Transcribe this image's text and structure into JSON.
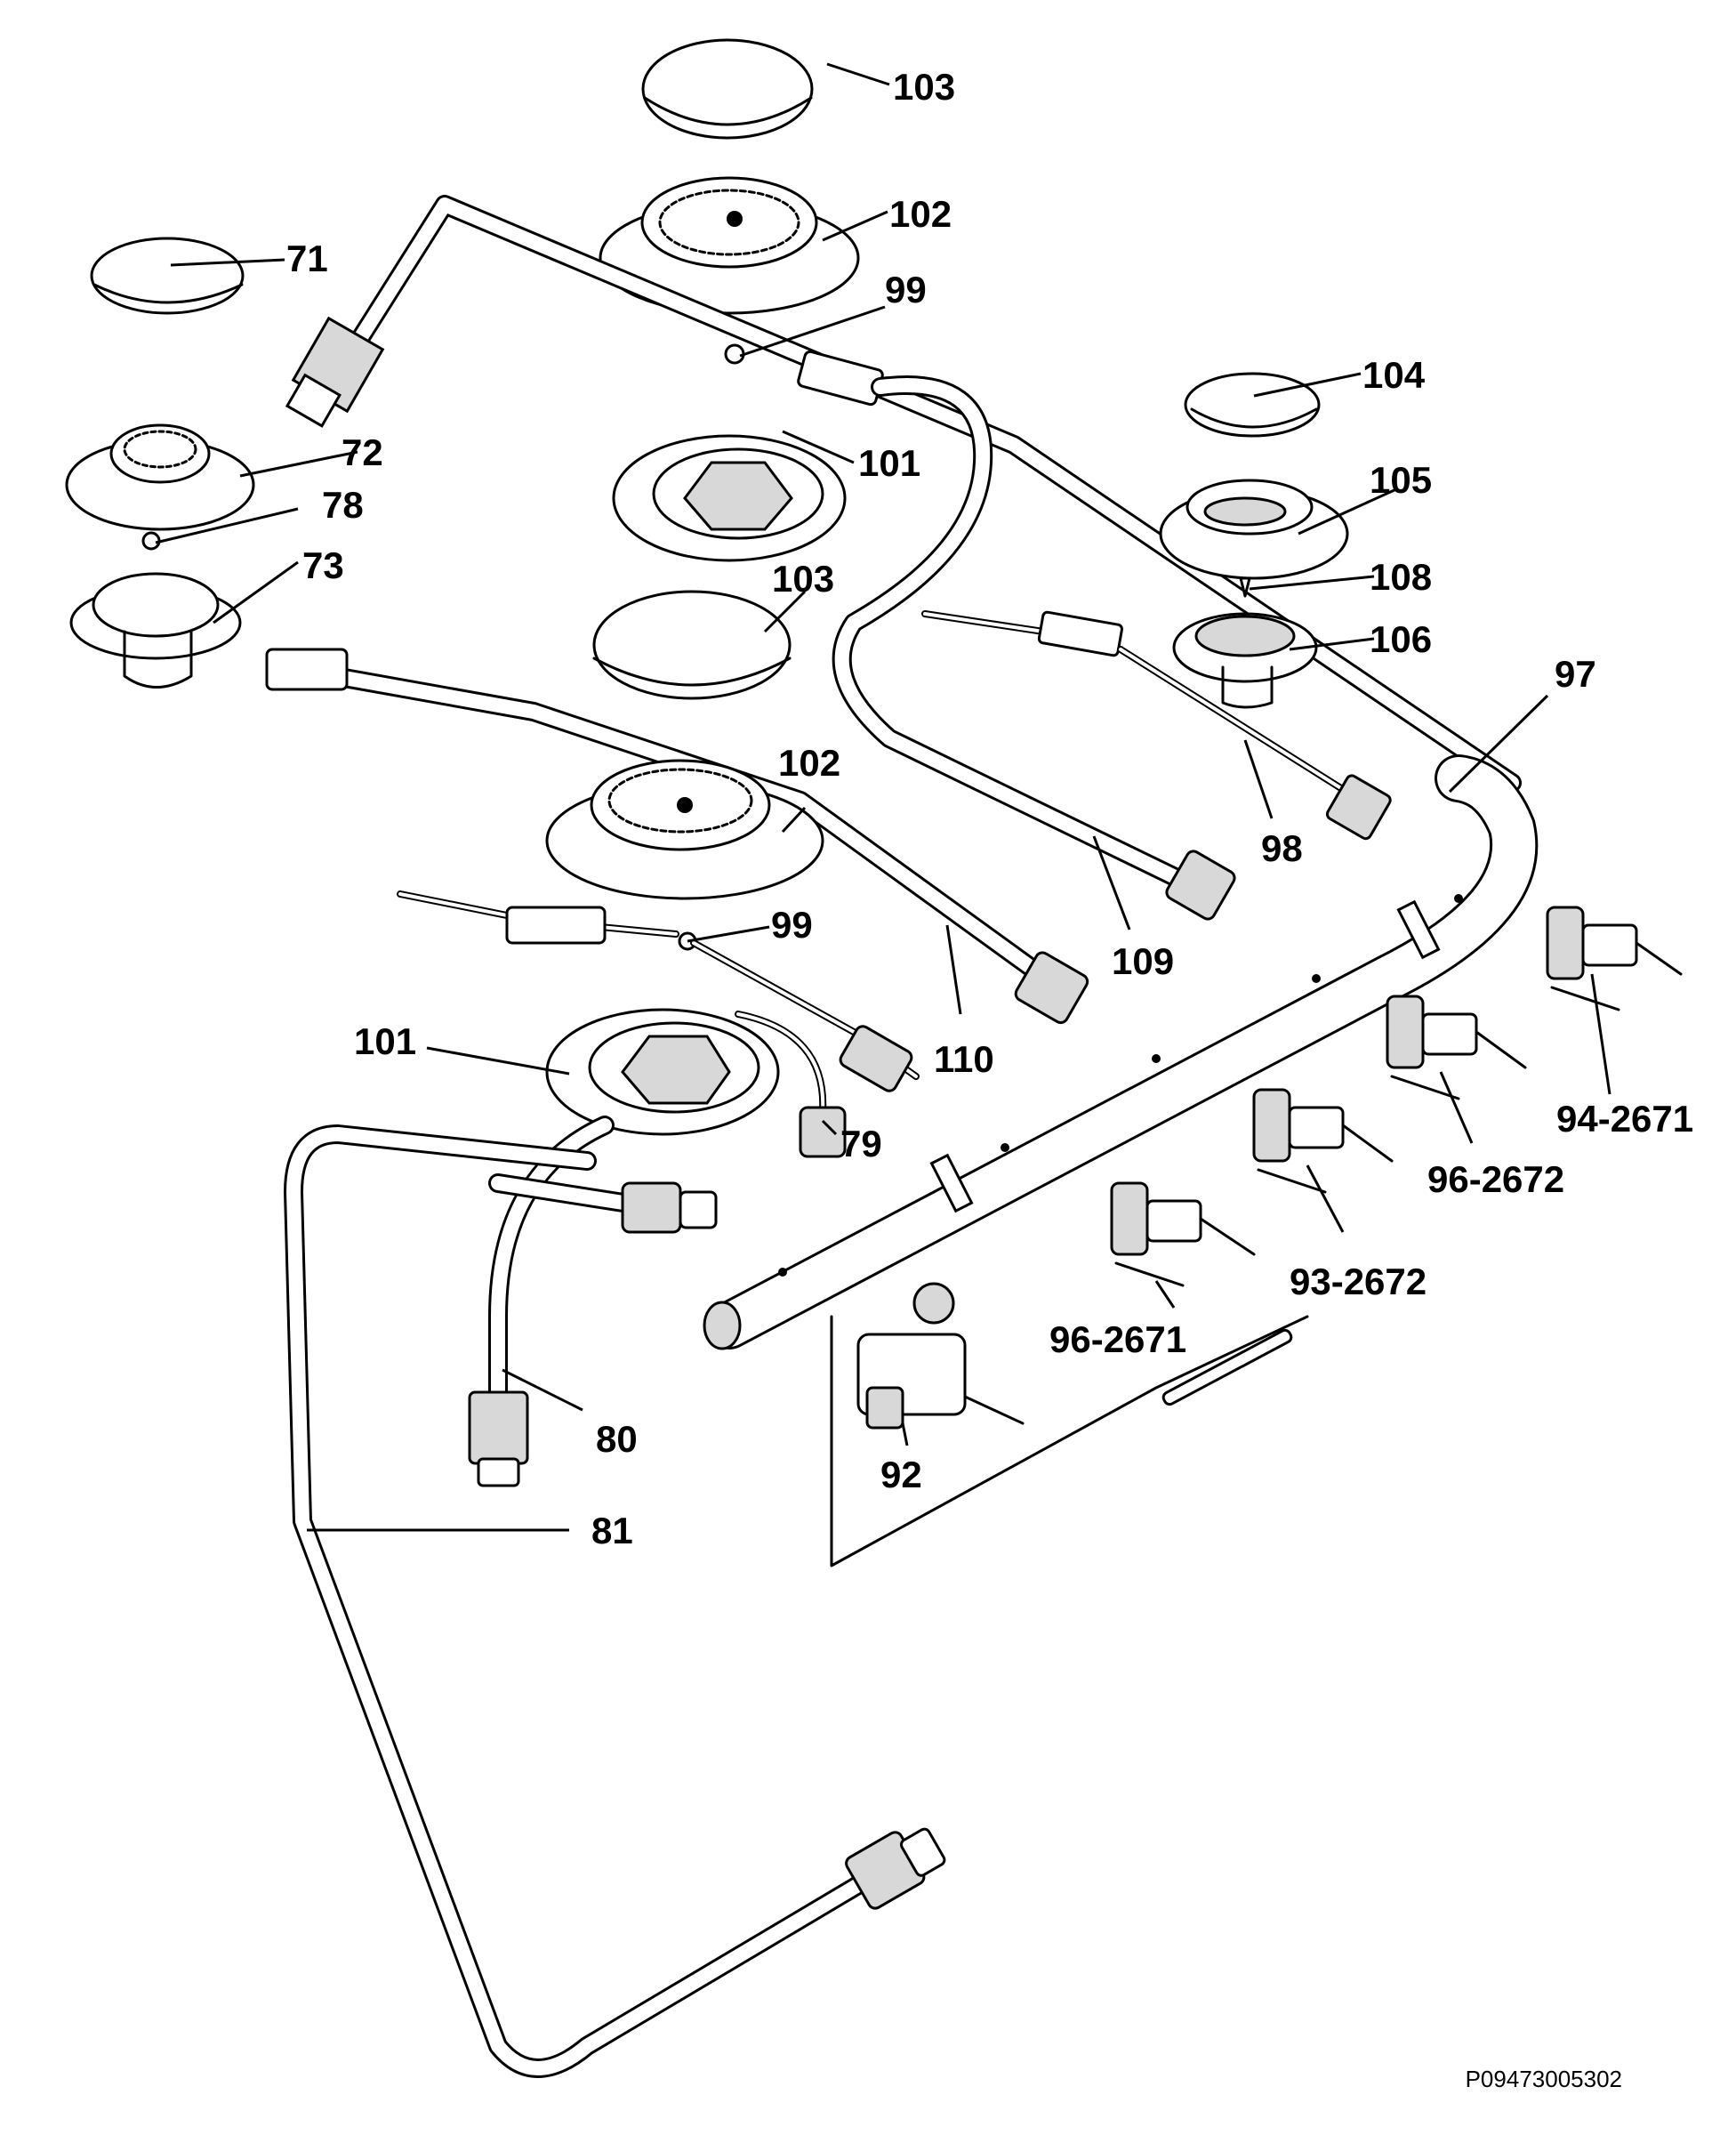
{
  "diagram": {
    "drawing_code": "P09473005302",
    "callouts": [
      {
        "id": "c-103-top",
        "label": "103"
      },
      {
        "id": "c-102-top",
        "label": "102"
      },
      {
        "id": "c-71",
        "label": "71"
      },
      {
        "id": "c-99-top",
        "label": "99"
      },
      {
        "id": "c-104",
        "label": "104"
      },
      {
        "id": "c-72",
        "label": "72"
      },
      {
        "id": "c-101-top",
        "label": "101"
      },
      {
        "id": "c-78",
        "label": "78"
      },
      {
        "id": "c-105",
        "label": "105"
      },
      {
        "id": "c-73",
        "label": "73"
      },
      {
        "id": "c-103-mid",
        "label": "103"
      },
      {
        "id": "c-108",
        "label": "108"
      },
      {
        "id": "c-106",
        "label": "106"
      },
      {
        "id": "c-97",
        "label": "97"
      },
      {
        "id": "c-102-mid",
        "label": "102"
      },
      {
        "id": "c-98",
        "label": "98"
      },
      {
        "id": "c-99-mid",
        "label": "99"
      },
      {
        "id": "c-109",
        "label": "109"
      },
      {
        "id": "c-101-low",
        "label": "101"
      },
      {
        "id": "c-110",
        "label": "110"
      },
      {
        "id": "c-94-2671",
        "label": "94-2671"
      },
      {
        "id": "c-79",
        "label": "79"
      },
      {
        "id": "c-96-2672",
        "label": "96-2672"
      },
      {
        "id": "c-93-2672",
        "label": "93-2672"
      },
      {
        "id": "c-96-2671",
        "label": "96-2671"
      },
      {
        "id": "c-80",
        "label": "80"
      },
      {
        "id": "c-92",
        "label": "92"
      },
      {
        "id": "c-81",
        "label": "81"
      }
    ]
  }
}
